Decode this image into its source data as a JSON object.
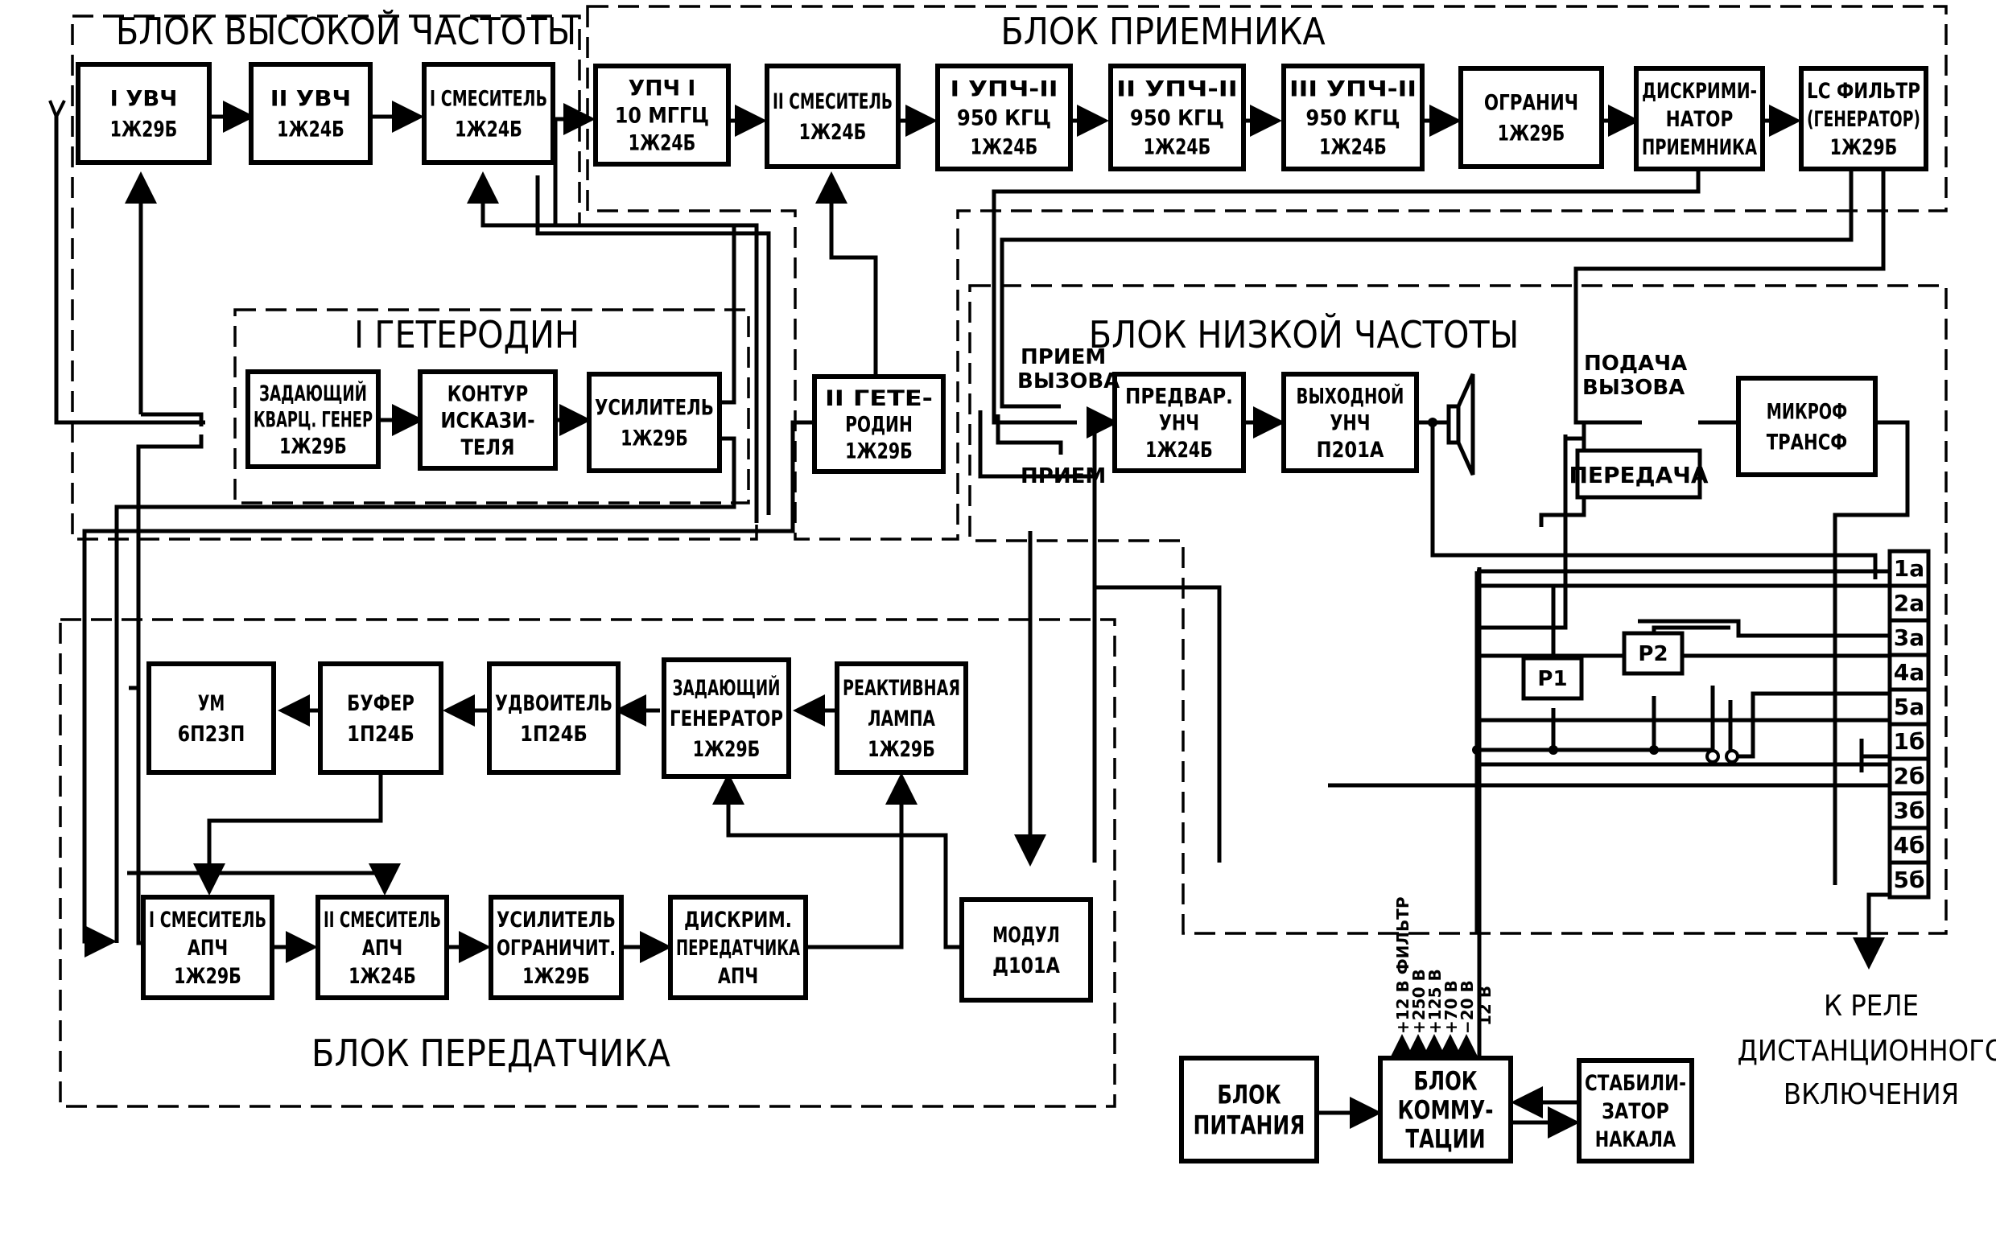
{
  "groups": {
    "hf": "БЛОК ВЫСОКОЙ ЧАСТОТЫ",
    "rx": "БЛОК ПРИЕМНИКА",
    "lo1": "I ГЕТЕРОДИН",
    "lf": "БЛОК НИЗКОЙ ЧАСТОТЫ",
    "tx": "БЛОК ПЕРЕДАТЧИКА"
  },
  "blocks": {
    "rf1": [
      "I УВЧ",
      "1Ж29Б"
    ],
    "rf2": [
      "II УВЧ",
      "1Ж24Б"
    ],
    "mix1": [
      "I СМЕСИТЕЛЬ",
      "1Ж24Б"
    ],
    "if1": [
      "УПЧ I",
      "10 МГГЦ",
      "1Ж24Б"
    ],
    "mix2": [
      "II СМЕСИТЕЛЬ",
      "1Ж24Б"
    ],
    "if2a": [
      "I УПЧ-II",
      "950 КГЦ",
      "1Ж24Б"
    ],
    "if2b": [
      "II УПЧ-II",
      "950 КГЦ",
      "1Ж24Б"
    ],
    "if2c": [
      "III УПЧ-II",
      "950 КГЦ",
      "1Ж24Б"
    ],
    "limiter": [
      "ОГРАНИЧ",
      "1Ж29Б"
    ],
    "disc_rx": [
      "ДИСКРИМИ-",
      "НАТОР",
      "ПРИЕМНИКА"
    ],
    "lc_filter": [
      "LC ФИЛЬТР",
      "(ГЕНЕРАТОР)",
      "1Ж29Б"
    ],
    "xtal_osc": [
      "ЗАДАЮЩИЙ",
      "КВАРЦ. ГЕНЕР",
      "1Ж29Б"
    ],
    "distortion": [
      "КОНТУР",
      "ИСКАЗИ-",
      "ТЕЛЯ"
    ],
    "lo1_amp": [
      "УСИЛИТЕЛЬ",
      "1Ж29Б"
    ],
    "lo2": [
      "II ГЕТЕ-",
      "РОДИН",
      "1Ж29Б"
    ],
    "pre_af": [
      "ПРЕДВАР.",
      "УНЧ",
      "1Ж24Б"
    ],
    "out_af": [
      "ВЫХОДНОЙ",
      "УНЧ",
      "П201А"
    ],
    "mic": [
      "МИКРОФ",
      "ТРАНСФ"
    ],
    "pa": [
      "УМ",
      "6П23П"
    ],
    "buffer": [
      "БУФЕР",
      "1П24Б"
    ],
    "doubler": [
      "УДВОИТЕЛЬ",
      "1П24Б"
    ],
    "master_osc": [
      "ЗАДАЮЩИЙ",
      "ГЕНЕРАТОР",
      "1Ж29Б"
    ],
    "reactance": [
      "РЕАКТИВНАЯ",
      "ЛАМПА",
      "1Ж29Б"
    ],
    "afc_mix1": [
      "I СМЕСИТЕЛЬ",
      "АПЧ",
      "1Ж29Б"
    ],
    "afc_mix2": [
      "II СМЕСИТЕЛЬ",
      "АПЧ",
      "1Ж24Б"
    ],
    "afc_amp": [
      "УСИЛИТЕЛЬ",
      "ОГРАНИЧИТ.",
      "1Ж29Б"
    ],
    "afc_disc": [
      "ДИСКРИМ.",
      "ПЕРЕДАТЧИКА",
      "АПЧ"
    ],
    "modulator": [
      "МОДУЛ",
      "Д101А"
    ],
    "power": [
      "БЛОК",
      "ПИТАНИЯ"
    ],
    "switching": [
      "БЛОК",
      "КОММУ-",
      "ТАЦИИ"
    ],
    "stabilizer": [
      "СТАБИЛИ-",
      "ЗАТОР",
      "НАКАЛА"
    ]
  },
  "switch_labels": {
    "call_rx": [
      "ПРИЕМ",
      "ВЫЗОВА"
    ],
    "rx": "ПРИЕМ",
    "call_tx": [
      "ПОДАЧА",
      "ВЫЗОВА"
    ],
    "tx": "ПЕРЕДАЧА"
  },
  "relays": [
    "P1",
    "P2"
  ],
  "connector_pins": [
    "1а",
    "2а",
    "3а",
    "4а",
    "5а",
    "1б",
    "2б",
    "3б",
    "4б",
    "5б"
  ],
  "voltages": [
    "+12 В ФИЛЬТР",
    "+250 В",
    "+125 В",
    "+70 В",
    "−20 В",
    "12 В"
  ],
  "remote_note": [
    "К РЕЛЕ",
    "ДИСТАНЦИОННОГО",
    "ВКЛЮЧЕНИЯ"
  ]
}
